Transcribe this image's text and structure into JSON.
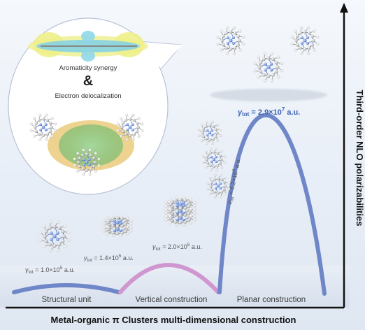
{
  "figure": {
    "x_axis_title": "Metal-organic π Clusters multi-dimensional construction",
    "y_axis_title": "Third-order NLO polarizabilities",
    "stages": [
      {
        "label": "Structural unit",
        "value_text": "1.0×10",
        "exp": "5",
        "unit": " a.u.",
        "relative_level": 0.05
      },
      {
        "label": "Vertical construction",
        "value_text_1": "1.4×10",
        "exp_1": "5",
        "unit_1": " a.u.",
        "value_text_2": "2.0×10",
        "exp_2": "5",
        "unit_2": " a.u.",
        "relative_level": 0.16
      },
      {
        "label": "Planar construction",
        "value_text_1": "6.2×10",
        "exp_1": "6",
        "unit_1": " a.u.",
        "value_text_2": "2.9×10",
        "exp_2": "7",
        "unit_2": " a.u.",
        "relative_level": 0.85
      }
    ],
    "gamma_symbol": "γ",
    "gamma_sub": "tot",
    "callout": {
      "line1": "Aromaticity synergy",
      "amp": "&",
      "line2": "Electron delocalization"
    },
    "colors": {
      "curve_blue": "#6f87c8",
      "curve_pink": "#cf96cf",
      "value_blue": "#3b63b5",
      "text_dark": "#3c3c3c",
      "gold": "#e6c25a"
    }
  }
}
